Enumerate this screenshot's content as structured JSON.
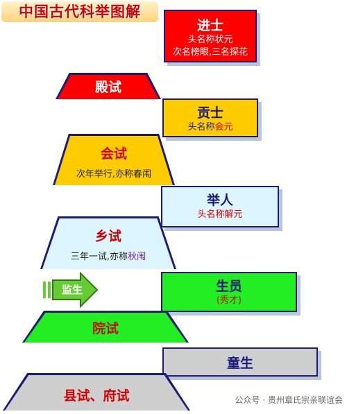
{
  "title": "中国古代科举图解",
  "stages": {
    "jinshi": {
      "name": "进士",
      "line1": "头名称状元",
      "line2": "次名榜眼,三名探花",
      "color": "#ff0000"
    },
    "dianshi": {
      "name": "殿试",
      "color": "#ff0000"
    },
    "gongshi": {
      "name": "贡士",
      "prefix": "头名称",
      "emph": "会元",
      "color": "#ffcc00"
    },
    "huishi": {
      "name": "会试",
      "line": "次年举行,亦称春闱",
      "color": "#ffcc00"
    },
    "juren": {
      "name": "举人",
      "line": "头名称解元",
      "color": "#ddf5ff"
    },
    "xiangshi": {
      "name": "乡试",
      "prefix": "三年一试,亦称",
      "emph": "秋闱",
      "color": "#ddf5ff"
    },
    "jiansheng": {
      "name": "监生",
      "color": "#66cc33"
    },
    "shengyuan": {
      "name": "生员",
      "line": "(秀才)",
      "color": "#22ee22"
    },
    "yuanshi": {
      "name": "院试",
      "color": "#22ee22"
    },
    "tongsheng": {
      "name": "童生",
      "color": "#cfcfcf"
    },
    "xianfu": {
      "name": "县试、府试",
      "color": "#cfcfcf"
    }
  },
  "watermark": "公众号 · 贵州章氏宗亲联谊会"
}
